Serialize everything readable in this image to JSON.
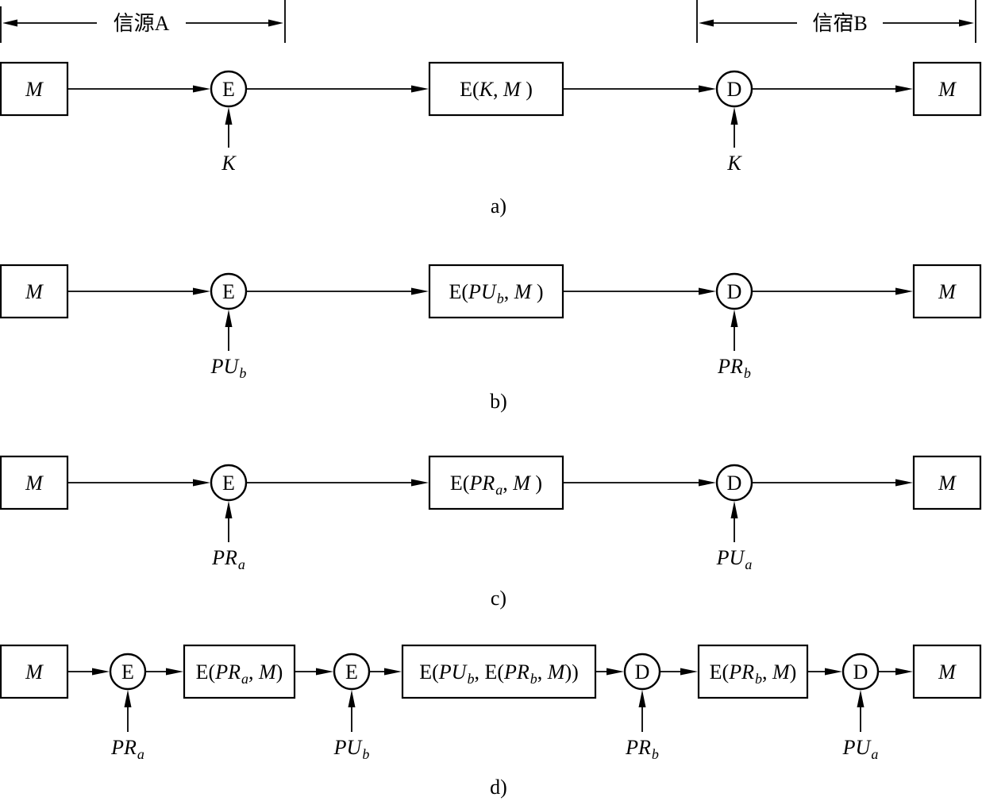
{
  "header": {
    "source_label": "信源A",
    "sink_label": "信宿B"
  },
  "rows": [
    {
      "caption": "a)",
      "blocks": [
        {
          "kind": "box",
          "parts": [
            [
              "M",
              "i"
            ]
          ]
        },
        {
          "kind": "op",
          "symbol": "E",
          "key": [
            [
              "K",
              "i"
            ]
          ]
        },
        {
          "kind": "box",
          "parts": [
            [
              "E(",
              "n"
            ],
            [
              "K",
              "i"
            ],
            [
              ", ",
              "n"
            ],
            [
              "M",
              "i"
            ],
            [
              " )",
              "n"
            ]
          ]
        },
        {
          "kind": "op",
          "symbol": "D",
          "key": [
            [
              "K",
              "i"
            ]
          ]
        },
        {
          "kind": "box",
          "parts": [
            [
              "M",
              "i"
            ]
          ]
        }
      ]
    },
    {
      "caption": "b)",
      "blocks": [
        {
          "kind": "box",
          "parts": [
            [
              "M",
              "i"
            ]
          ]
        },
        {
          "kind": "op",
          "symbol": "E",
          "key": [
            [
              "PU",
              "i"
            ],
            [
              "b",
              "s"
            ]
          ]
        },
        {
          "kind": "box",
          "parts": [
            [
              "E(",
              "n"
            ],
            [
              "PU",
              "i"
            ],
            [
              "b",
              "s"
            ],
            [
              ", ",
              "n"
            ],
            [
              "M",
              "i"
            ],
            [
              " )",
              "n"
            ]
          ]
        },
        {
          "kind": "op",
          "symbol": "D",
          "key": [
            [
              "PR",
              "i"
            ],
            [
              "b",
              "s"
            ]
          ]
        },
        {
          "kind": "box",
          "parts": [
            [
              "M",
              "i"
            ]
          ]
        }
      ]
    },
    {
      "caption": "c)",
      "blocks": [
        {
          "kind": "box",
          "parts": [
            [
              "M",
              "i"
            ]
          ]
        },
        {
          "kind": "op",
          "symbol": "E",
          "key": [
            [
              "PR",
              "i"
            ],
            [
              "a",
              "s"
            ]
          ]
        },
        {
          "kind": "box",
          "parts": [
            [
              "E(",
              "n"
            ],
            [
              "PR",
              "i"
            ],
            [
              "a",
              "s"
            ],
            [
              ", ",
              "n"
            ],
            [
              "M",
              "i"
            ],
            [
              " )",
              "n"
            ]
          ]
        },
        {
          "kind": "op",
          "symbol": "D",
          "key": [
            [
              "PU",
              "i"
            ],
            [
              "a",
              "s"
            ]
          ]
        },
        {
          "kind": "box",
          "parts": [
            [
              "M",
              "i"
            ]
          ]
        }
      ]
    },
    {
      "caption": "d)",
      "blocks": [
        {
          "kind": "box",
          "parts": [
            [
              "M",
              "i"
            ]
          ]
        },
        {
          "kind": "op",
          "symbol": "E",
          "key": [
            [
              "PR",
              "i"
            ],
            [
              "a",
              "s"
            ]
          ]
        },
        {
          "kind": "box",
          "parts": [
            [
              "E(",
              "n"
            ],
            [
              "PR",
              "i"
            ],
            [
              "a",
              "s"
            ],
            [
              ", ",
              "n"
            ],
            [
              "M",
              "i"
            ],
            [
              ")",
              "n"
            ]
          ]
        },
        {
          "kind": "op",
          "symbol": "E",
          "key": [
            [
              "PU",
              "i"
            ],
            [
              "b",
              "s"
            ]
          ]
        },
        {
          "kind": "box",
          "parts": [
            [
              "E(",
              "n"
            ],
            [
              "PU",
              "i"
            ],
            [
              "b",
              "s"
            ],
            [
              ", E(",
              "n"
            ],
            [
              "PR",
              "i"
            ],
            [
              "b",
              "s"
            ],
            [
              ", ",
              "n"
            ],
            [
              "M",
              "i"
            ],
            [
              "))",
              "n"
            ]
          ]
        },
        {
          "kind": "op",
          "symbol": "D",
          "key": [
            [
              "PR",
              "i"
            ],
            [
              "b",
              "s"
            ]
          ]
        },
        {
          "kind": "box",
          "parts": [
            [
              "E(",
              "n"
            ],
            [
              "PR",
              "i"
            ],
            [
              "b",
              "s"
            ],
            [
              ", ",
              "n"
            ],
            [
              "M",
              "i"
            ],
            [
              ")",
              "n"
            ]
          ]
        },
        {
          "kind": "op",
          "symbol": "D",
          "key": [
            [
              "PU",
              "i"
            ],
            [
              "a",
              "s"
            ]
          ]
        },
        {
          "kind": "box",
          "parts": [
            [
              "M",
              "i"
            ]
          ]
        }
      ]
    }
  ]
}
